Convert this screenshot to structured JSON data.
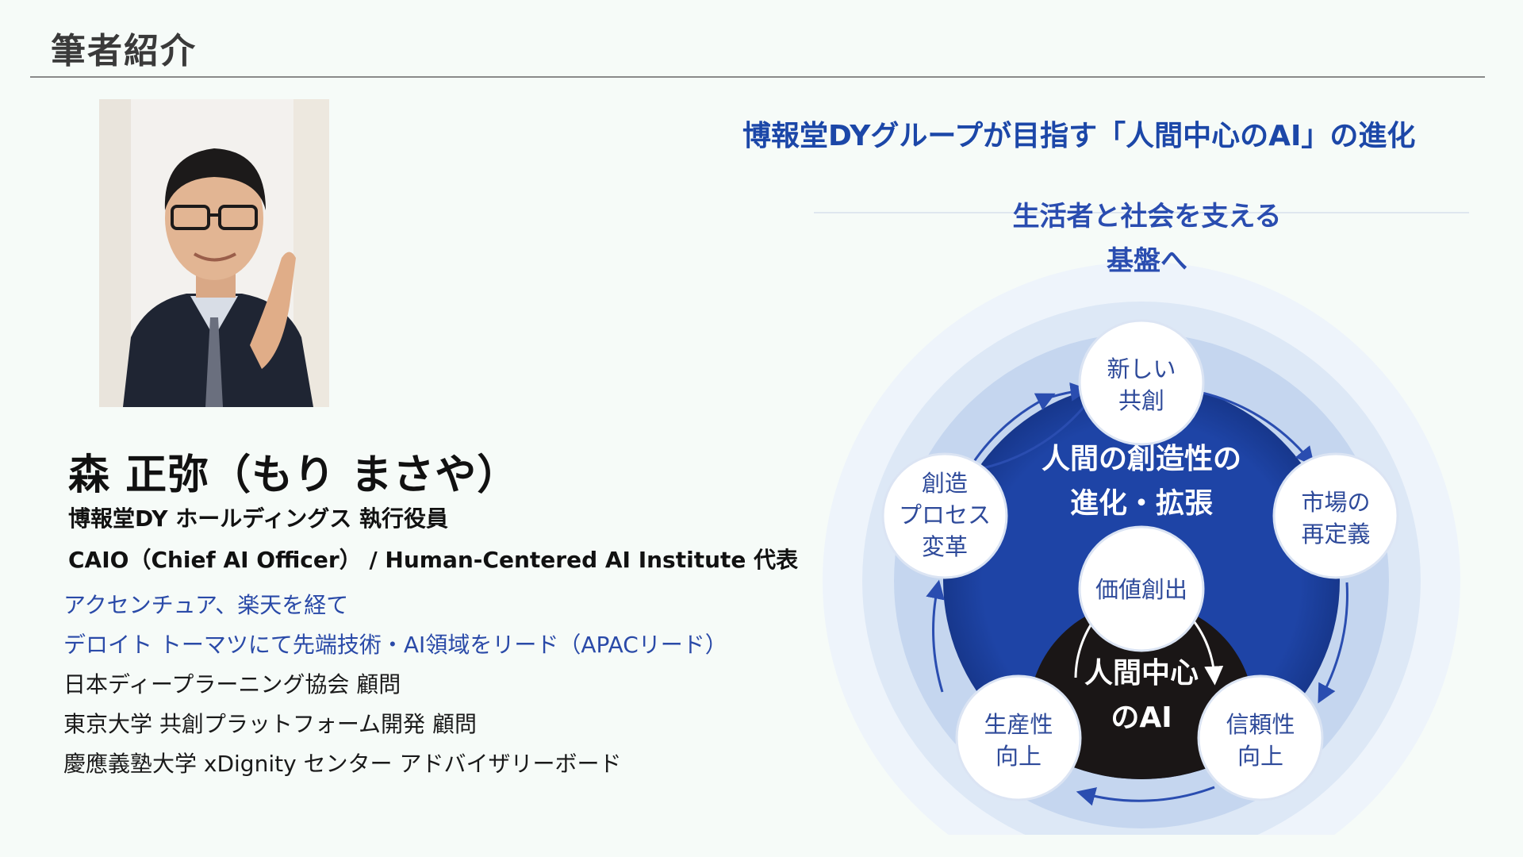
{
  "page": {
    "title": "筆者紹介"
  },
  "profile": {
    "name": "森 正弥（もり まさや）",
    "titles": [
      "博報堂DY ホールディングス 執行役員",
      "CAIO（Chief AI Officer） / Human-Centered AI Institute 代表"
    ],
    "career": [
      {
        "text": "アクセンチュア、楽天を経て",
        "highlight": true
      },
      {
        "text": "デロイト トーマツにて先端技術・AI領域をリード（APACリード）",
        "highlight": true
      },
      {
        "text": "日本ディープラーニング協会 顧問",
        "highlight": false
      },
      {
        "text": "東京大学 共創プラットフォーム開発 顧問",
        "highlight": false
      },
      {
        "text": "慶應義塾大学 xDignity センター アドバイザリーボード",
        "highlight": false
      }
    ]
  },
  "diagram": {
    "title": "博報堂DYグループが目指す「人間中心のAI」の進化",
    "outer_label": [
      "生活者と社会を支える",
      "基盤へ"
    ],
    "middle_label": [
      "人間の創造性の",
      "進化・拡張"
    ],
    "core_label": [
      "人間中心",
      "のAI"
    ],
    "center_node": "価値創出",
    "nodes": [
      {
        "id": "top",
        "lines": [
          "新しい",
          "共創"
        ]
      },
      {
        "id": "right",
        "lines": [
          "市場の",
          "再定義"
        ]
      },
      {
        "id": "bottom-right",
        "lines": [
          "信頼性",
          "向上"
        ]
      },
      {
        "id": "bottom-left",
        "lines": [
          "生産性",
          "向上"
        ]
      },
      {
        "id": "left",
        "lines": [
          "創造",
          "プロセス",
          "変革"
        ]
      }
    ],
    "colors": {
      "title": "#1c47a8",
      "middle_ring": "#1d3f9e",
      "core": "#1a1616",
      "node_text": "#2e4a9a"
    }
  }
}
